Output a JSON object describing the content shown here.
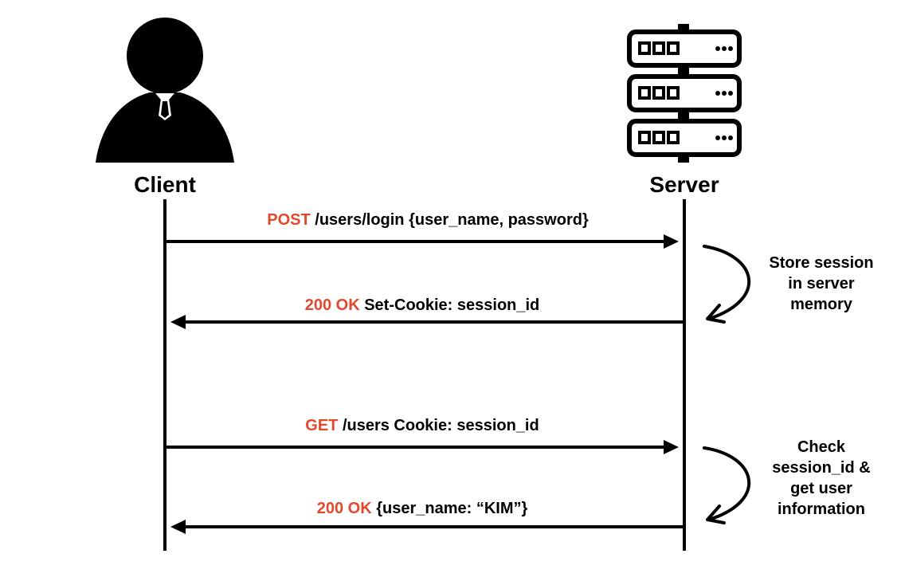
{
  "actors": {
    "client": {
      "label": "Client",
      "icon": "person-icon"
    },
    "server": {
      "label": "Server",
      "icon": "server-rack-icon"
    }
  },
  "messages": [
    {
      "method": "POST",
      "text": " /users/login {user_name, password}",
      "direction": "client-to-server"
    },
    {
      "method": "200 OK",
      "text": " Set-Cookie: session_id",
      "direction": "server-to-client"
    },
    {
      "method": "GET",
      "text": " /users Cookie: session_id",
      "direction": "client-to-server"
    },
    {
      "method": "200 OK",
      "text": " {user_name: “KIM”}",
      "direction": "server-to-client"
    }
  ],
  "notes": [
    {
      "lines": [
        "Store session",
        "in server",
        "memory"
      ]
    },
    {
      "lines": [
        "Check",
        "session_id &",
        "get user",
        "information"
      ]
    }
  ],
  "colors": {
    "method": "#e0492e",
    "line": "#000000"
  }
}
